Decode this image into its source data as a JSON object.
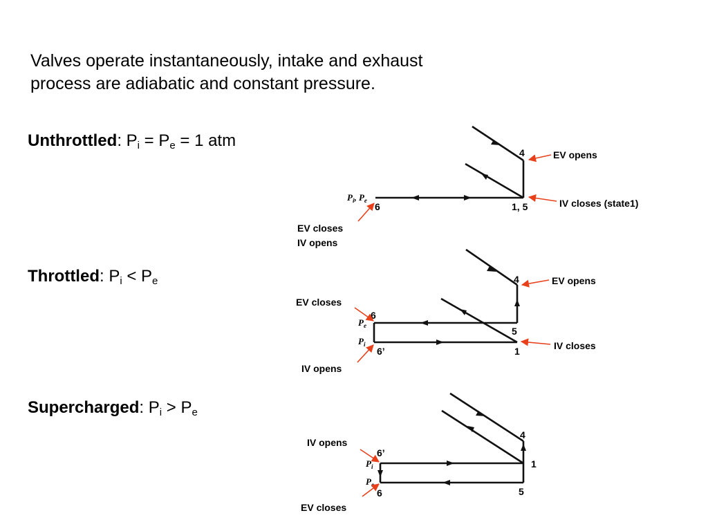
{
  "intro": {
    "line1": "Valves operate instantaneously, intake and exhaust",
    "line2": "process are adiabatic and constant pressure."
  },
  "cases": {
    "unthrottled": {
      "name": "Unthrottled",
      "p1": "P",
      "s1": "i",
      "eq1": " = P",
      "s2": "e",
      "rest": " = 1 atm"
    },
    "throttled": {
      "name": "Throttled",
      "p1": "P",
      "s1": "i",
      "rel": " < P",
      "s2": "e"
    },
    "supercharged": {
      "name": "Supercharged",
      "p1": "P",
      "s1": "i",
      "rel": " > P",
      "s2": "e"
    }
  },
  "diagram1": {
    "state_top": "4",
    "state_corner": "1, 5",
    "state_left": "6",
    "pressure_label": "P",
    "pressure_sub_i": "i",
    "pressure_sep": ", P",
    "pressure_sub_e": "e",
    "ann_ev_opens": "EV opens",
    "ann_iv_closes": "IV closes (state1)",
    "ann_ev_closes": "EV closes",
    "ann_iv_opens": "IV opens"
  },
  "diagram2": {
    "state_4": "4",
    "state_6": "6",
    "state_5": "5",
    "state_6p": "6’",
    "state_1": "1",
    "pe_label": "P",
    "pe_sub": "e",
    "pi_label": "P",
    "pi_sub": "i",
    "ann_ev_opens": "EV opens",
    "ann_ev_closes": "EV closes",
    "ann_iv_closes": "IV closes",
    "ann_iv_opens": "IV opens"
  },
  "diagram3": {
    "state_4": "4",
    "state_6p": "6’",
    "state_1": "1",
    "state_6": "6",
    "state_5": "5",
    "pi_label": "P",
    "pi_sub": "i",
    "pe_label": "P",
    "pe_sub": "e",
    "ann_iv_opens": "IV opens",
    "ann_ev_closes": "EV closes"
  },
  "colors": {
    "pointer": "#e8401a",
    "line": "#111111"
  }
}
